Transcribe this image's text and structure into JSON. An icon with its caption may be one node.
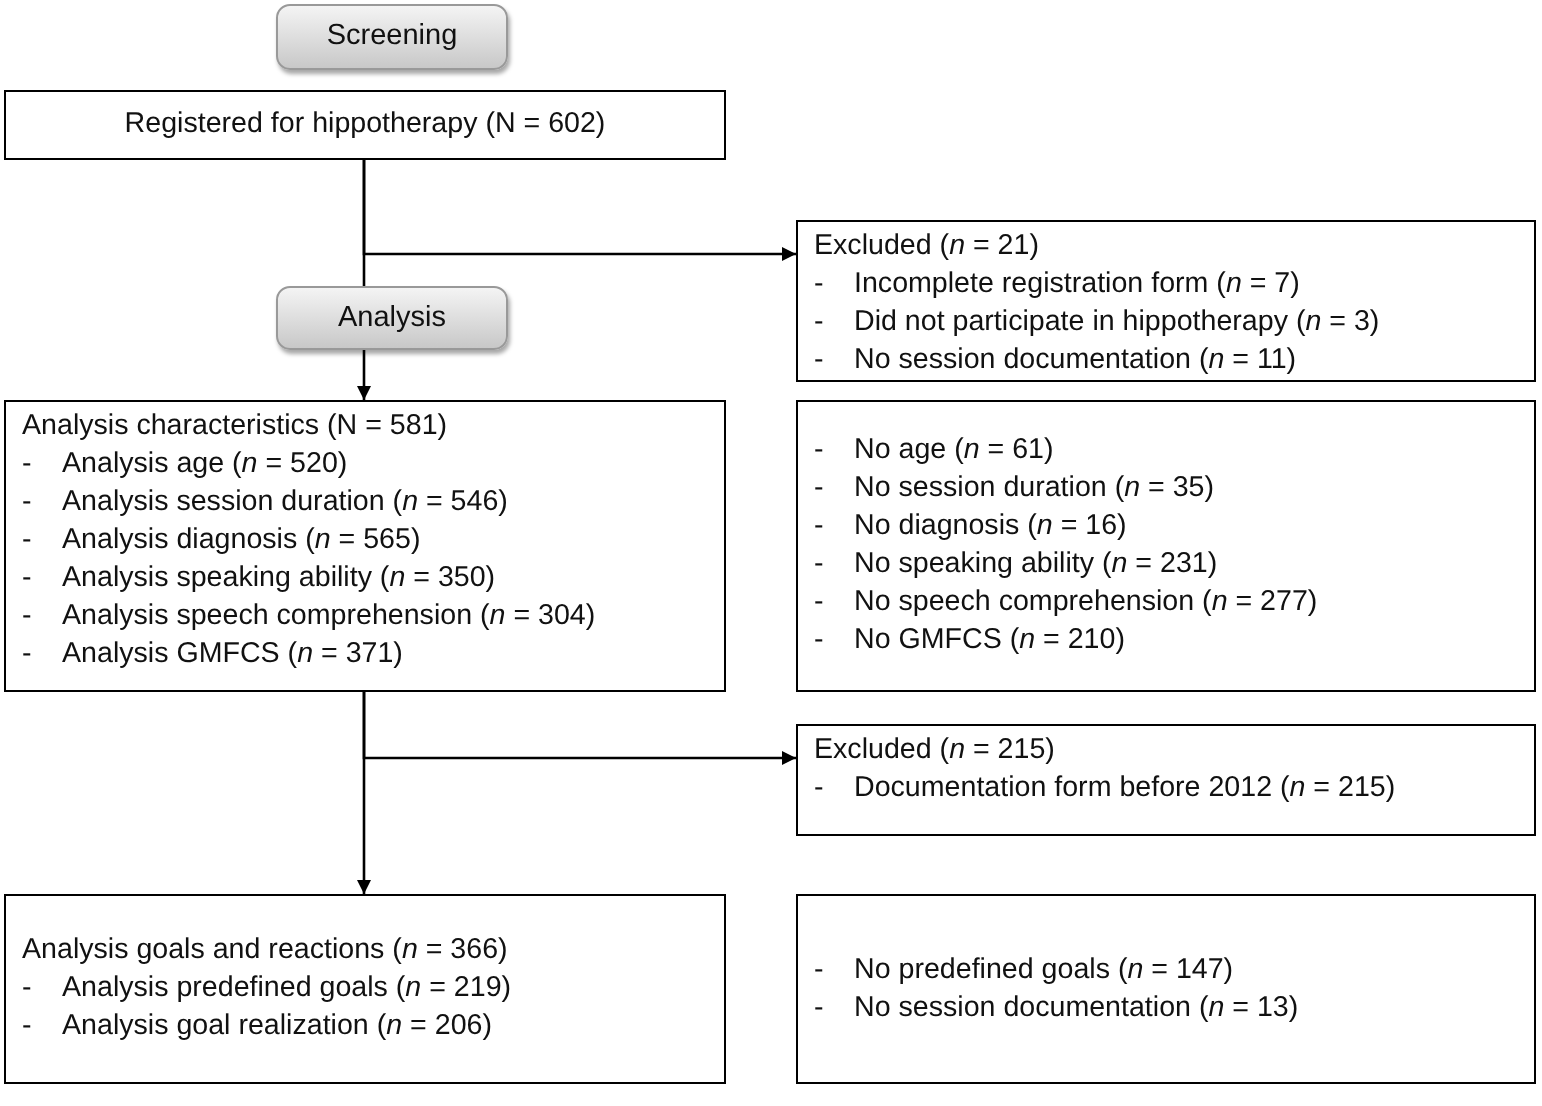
{
  "diagram": {
    "nodes": [
      {
        "text": [
          "Screening"
        ]
      },
      {
        "text": [
          "Registered for hippotherapy (N = 602)"
        ]
      },
      {
        "text": [
          "Excluded (*n* = 21)",
          "- Incomplete registration form (*n* = 7)",
          "- Did not participate in hippotherapy (*n* = 3)",
          "- No session documentation (*n* = 11)"
        ]
      },
      {
        "text": [
          "Analysis"
        ]
      },
      {
        "text": [
          "Analysis characteristics (N = 581)",
          "- Analysis age (*n* = 520)",
          "- Analysis session duration (*n* = 546)",
          "- Analysis diagnosis (*n* = 565)",
          "- Analysis speaking ability (*n* = 350)",
          "- Analysis speech comprehension (*n* = 304)",
          "- Analysis GMFCS (*n* = 371)"
        ]
      },
      {
        "text": [
          "- No age (*n* = 61)",
          "- No session duration (*n* = 35)",
          "- No diagnosis (*n* = 16)",
          "- No speaking ability (*n* = 231)",
          "- No speech comprehension (*n* = 277)",
          "- No GMFCS (*n* = 210)"
        ]
      },
      {
        "text": [
          "Excluded (*n* = 215)",
          "- Documentation form before 2012 (*n* = 215)"
        ]
      },
      {
        "text": [
          "Analysis goals and reactions (*n* = 366)",
          "- Analysis predefined goals (*n* = 219)",
          "- Analysis goal realization (*n* = 206)"
        ]
      },
      {
        "text": [
          "- No predefined goals (*n* = 147)",
          "- No session documentation (*n* = 13)"
        ]
      }
    ],
    "edges": [
      {
        "from": 1,
        "to": 2,
        "arrow": "to"
      },
      {
        "from": 1,
        "to": 3,
        "arrow": "none"
      },
      {
        "from": 3,
        "to": 4,
        "arrow": "to"
      },
      {
        "from": 4,
        "to": 6,
        "arrow": "to"
      },
      {
        "from": 4,
        "to": 7,
        "arrow": "to"
      }
    ]
  }
}
